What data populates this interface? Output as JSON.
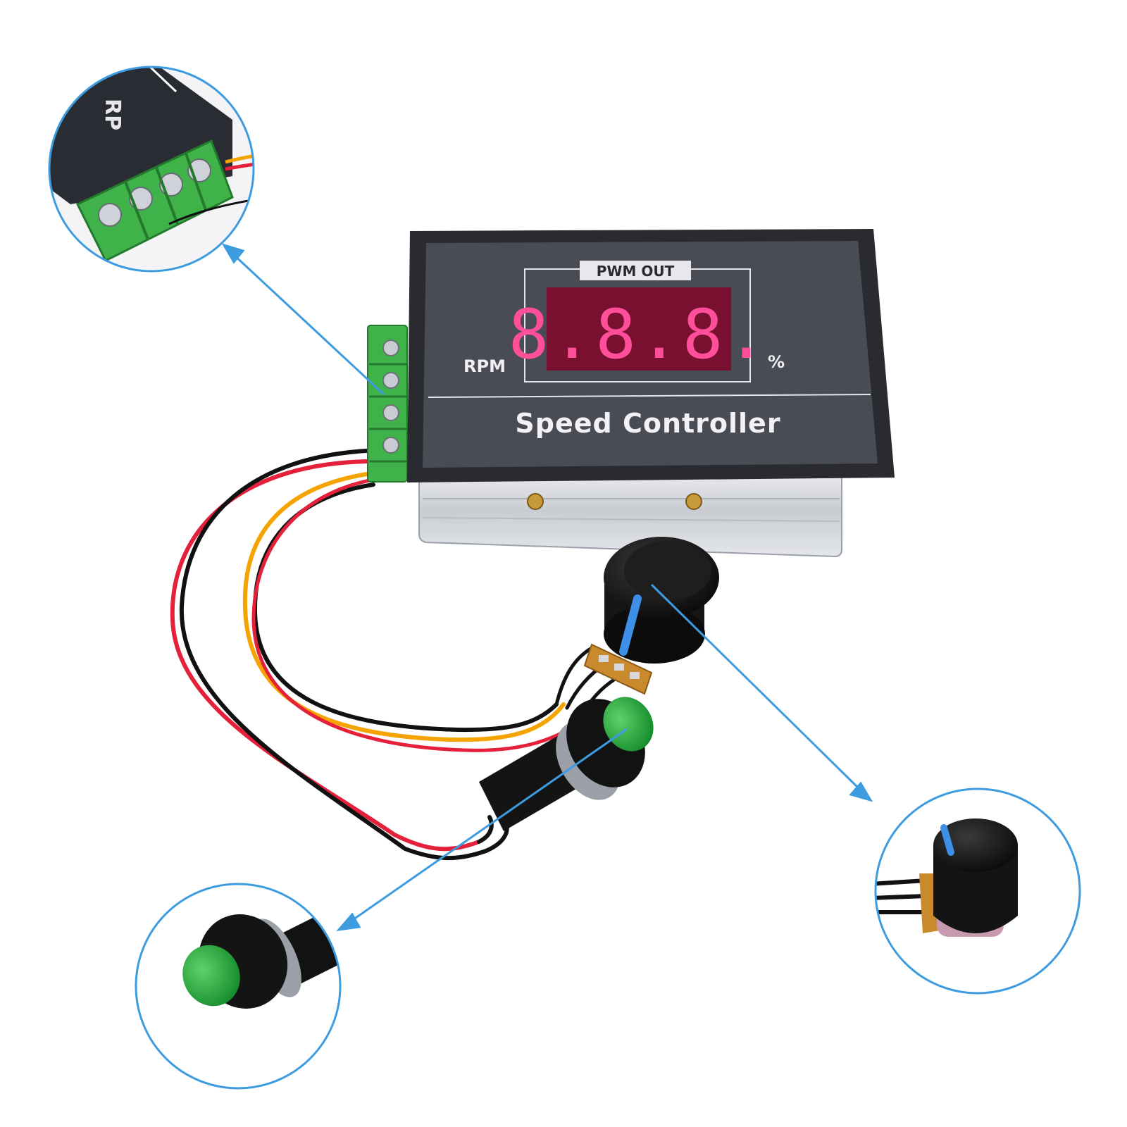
{
  "panel": {
    "badge": "PWM OUT",
    "display": "8.8.8.",
    "left_unit": "RPM",
    "right_unit": "%",
    "title": "Speed Controller"
  },
  "callouts": {
    "terminal_fragment": "RP"
  },
  "colors": {
    "panel_dark": "#3b3d45",
    "panel_face": "#4a4c55",
    "segment": "#e6247a",
    "terminal": "#3fb24a",
    "callout": "#3d9be0",
    "wire_red": "#e5203a",
    "wire_yellow": "#f5a300",
    "wire_black": "#111111",
    "button_cap": "#22a33a"
  }
}
